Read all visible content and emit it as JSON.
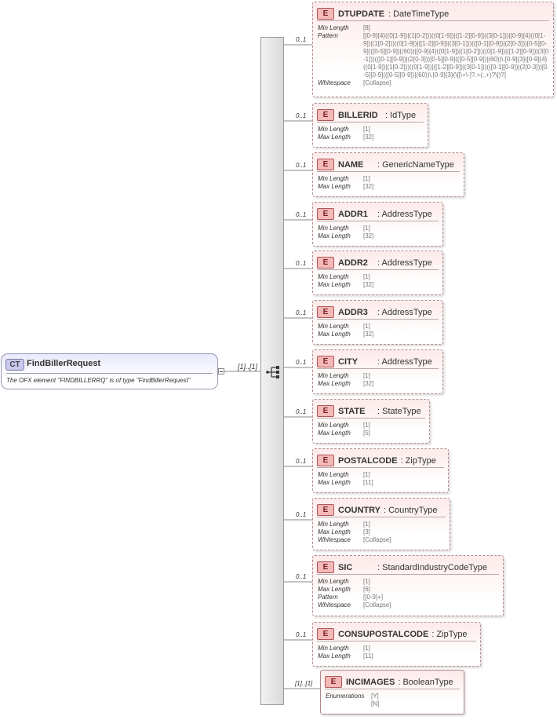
{
  "root": {
    "badge": "CT",
    "name": "FindBillerRequest",
    "documentation": "The OFX element \"FINDBILLERRQ\" is of type \"FindBillerRequest\"",
    "cardinality": "[1]..[1]"
  },
  "elements": [
    {
      "badge": "E",
      "name": "DTUPDATE",
      "type": ": DateTimeType",
      "cardinality": "0..1",
      "facets": [
        {
          "key": "Min Length",
          "value": "[8]"
        },
        {
          "key": "Pattern",
          "value": "[[0-9]{4}((0[1-9])|(1[0-2]))((0[1-9])|([1-2][0-9])|(3[0-1]))|[0-9]{4}((0[1-9])|(1[0-2]))((0[1-9])|([1-2][0-9])|(3[0-1]))(([0-1][0-9])|(2[0-3]))[0-5][0-9](([0-5][0-9])|(60))|[0-9]{4}((0[1-9])|(1[0-2]))((0[1-9])|([1-2][0-9])|(3[0-1]))(([0-1][0-9])|(2[0-3]))[0-5][0-9](([0-5][0-9])|(60))\\.[0-9]{3}|[0-9]{4}((0[1-9])|(1[0-2]))((0[1-9])|([1-2][0-9])|(3[0-1]))(([0-1][0-9])|(2[0-3]))[0-5][0-9](([0-5][0-9])|(60))\\.[0-9]{3}(\\[[\\+\\-]?.+(:.+)?\\])?]"
        },
        {
          "key": "Whitespace",
          "value": "[Collapse]"
        }
      ]
    },
    {
      "badge": "E",
      "name": "BILLERID",
      "type": ": IdType",
      "cardinality": "0..1",
      "facets": [
        {
          "key": "Min Length",
          "value": "[1]"
        },
        {
          "key": "Max Length",
          "value": "[32]"
        }
      ]
    },
    {
      "badge": "E",
      "name": "NAME",
      "type": ": GenericNameType",
      "cardinality": "0..1",
      "facets": [
        {
          "key": "Min Length",
          "value": "[1]"
        },
        {
          "key": "Max Length",
          "value": "[32]"
        }
      ]
    },
    {
      "badge": "E",
      "name": "ADDR1",
      "type": ": AddressType",
      "cardinality": "0..1",
      "facets": [
        {
          "key": "Min Length",
          "value": "[1]"
        },
        {
          "key": "Max Length",
          "value": "[32]"
        }
      ]
    },
    {
      "badge": "E",
      "name": "ADDR2",
      "type": ": AddressType",
      "cardinality": "0..1",
      "facets": [
        {
          "key": "Min Length",
          "value": "[1]"
        },
        {
          "key": "Max Length",
          "value": "[32]"
        }
      ]
    },
    {
      "badge": "E",
      "name": "ADDR3",
      "type": ": AddressType",
      "cardinality": "0..1",
      "facets": [
        {
          "key": "Min Length",
          "value": "[1]"
        },
        {
          "key": "Max Length",
          "value": "[32]"
        }
      ]
    },
    {
      "badge": "E",
      "name": "CITY",
      "type": ": AddressType",
      "cardinality": "0..1",
      "facets": [
        {
          "key": "Min Length",
          "value": "[1]"
        },
        {
          "key": "Max Length",
          "value": "[32]"
        }
      ]
    },
    {
      "badge": "E",
      "name": "STATE",
      "type": ": StateType",
      "cardinality": "0..1",
      "facets": [
        {
          "key": "Min Length",
          "value": "[1]"
        },
        {
          "key": "Max Length",
          "value": "[5]"
        }
      ]
    },
    {
      "badge": "E",
      "name": "POSTALCODE",
      "type": ": ZipType",
      "cardinality": "0..1",
      "facets": [
        {
          "key": "Min Length",
          "value": "[1]"
        },
        {
          "key": "Max Length",
          "value": "[11]"
        }
      ]
    },
    {
      "badge": "E",
      "name": "COUNTRY",
      "type": ": CountryType",
      "cardinality": "0..1",
      "facets": [
        {
          "key": "Min Length",
          "value": "[1]"
        },
        {
          "key": "Max Length",
          "value": "[3]"
        },
        {
          "key": "Whitespace",
          "value": "[Collapse]"
        }
      ]
    },
    {
      "badge": "E",
      "name": "SIC",
      "type": ": StandardIndustryCodeType",
      "cardinality": "0..1",
      "facets": [
        {
          "key": "Min Length",
          "value": "[1]"
        },
        {
          "key": "Max Length",
          "value": "[6]"
        },
        {
          "key": "Pattern",
          "value": "[[0-9]+]"
        },
        {
          "key": "Whitespace",
          "value": "[Collapse]"
        }
      ]
    },
    {
      "badge": "E",
      "name": "CONSUPOSTALCODE",
      "type": ": ZipType",
      "cardinality": "0..1",
      "facets": [
        {
          "key": "Min Length",
          "value": "[1]"
        },
        {
          "key": "Max Length",
          "value": "[11]"
        }
      ]
    },
    {
      "badge": "E",
      "name": "INCIMAGES",
      "type": ": BooleanType",
      "cardinality": "[1]..[1]",
      "facets": [
        {
          "key": "Enumerations",
          "value": "[Y]"
        },
        {
          "key": "",
          "value": "[N]"
        }
      ]
    }
  ]
}
